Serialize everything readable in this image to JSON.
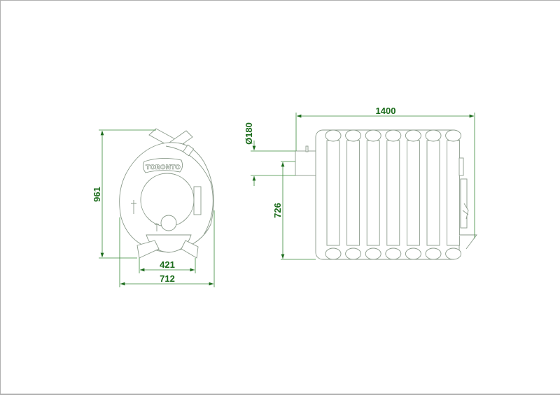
{
  "drawing": {
    "front_view": {
      "logo_text": "TORONTO",
      "dim_height": "961",
      "dim_base": "421",
      "dim_width": "712"
    },
    "side_view": {
      "dim_length": "1400",
      "dim_flue": "Ø180",
      "dim_flue_height": "726",
      "tube_pairs": 7
    },
    "colors": {
      "dimension": "#1a6b1a",
      "outline": "#8a9a8a"
    }
  }
}
